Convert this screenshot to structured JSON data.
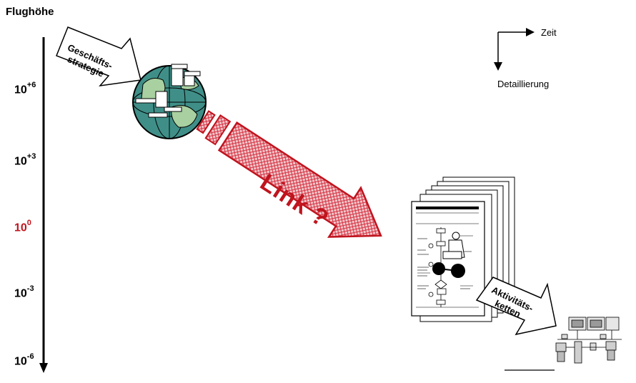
{
  "axis": {
    "title": "Flughöhe",
    "ticks": [
      {
        "base": "10",
        "exp": "+6",
        "color": "#000000"
      },
      {
        "base": "10",
        "exp": "+3",
        "color": "#000000"
      },
      {
        "base": "10",
        "exp": "0",
        "color": "#c0141e"
      },
      {
        "base": "10",
        "exp": "-3",
        "color": "#000000"
      },
      {
        "base": "10",
        "exp": "-6",
        "color": "#000000"
      }
    ]
  },
  "legend": {
    "time_label": "Zeit",
    "detail_label": "Detaillierung"
  },
  "strategy_arrow": {
    "line1": "Geschäfts-",
    "line2": "strategie"
  },
  "link_arrow": {
    "label": "Link ?",
    "color": "#c0141e"
  },
  "activity_arrow": {
    "line1": "Aktivitäts-",
    "line2": "ketten"
  },
  "globe": {
    "icon": "globe-icon",
    "ocean_color": "#3f8f88",
    "land_color": "#a8d0a0"
  },
  "documents": {
    "icon": "process-document-stack-icon"
  },
  "network": {
    "icon": "computer-network-icon"
  }
}
